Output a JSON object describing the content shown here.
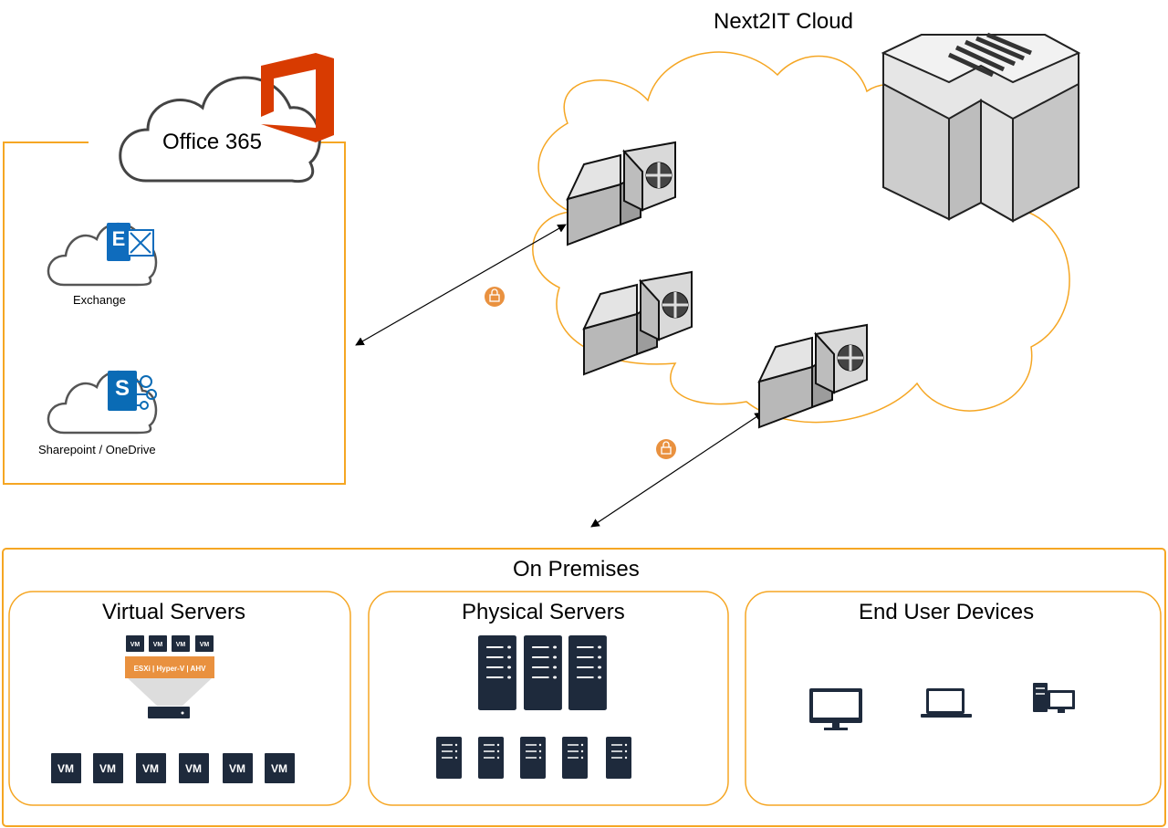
{
  "cloud_title": "Next2IT Cloud",
  "office365": {
    "title": "Office 365",
    "services": [
      {
        "name": "Exchange",
        "icon_letter": "E"
      },
      {
        "name": "Sharepoint / OneDrive",
        "icon_letter": "S"
      }
    ]
  },
  "on_premises": {
    "title": "On Premises",
    "virtual_servers": {
      "title": "Virtual Servers",
      "hypervisor_label": "ESXi | Hyper-V | AHV",
      "vm_label": "VM"
    },
    "physical_servers": {
      "title": "Physical Servers"
    },
    "end_user_devices": {
      "title": "End User Devices"
    }
  },
  "colors": {
    "orange": "#f5a623",
    "lock": "#e9913f",
    "navy": "#1e2a3c",
    "office_red": "#d83b01",
    "exchange_blue": "#0f6cbd",
    "sharepoint_blue": "#0a6bb5"
  }
}
